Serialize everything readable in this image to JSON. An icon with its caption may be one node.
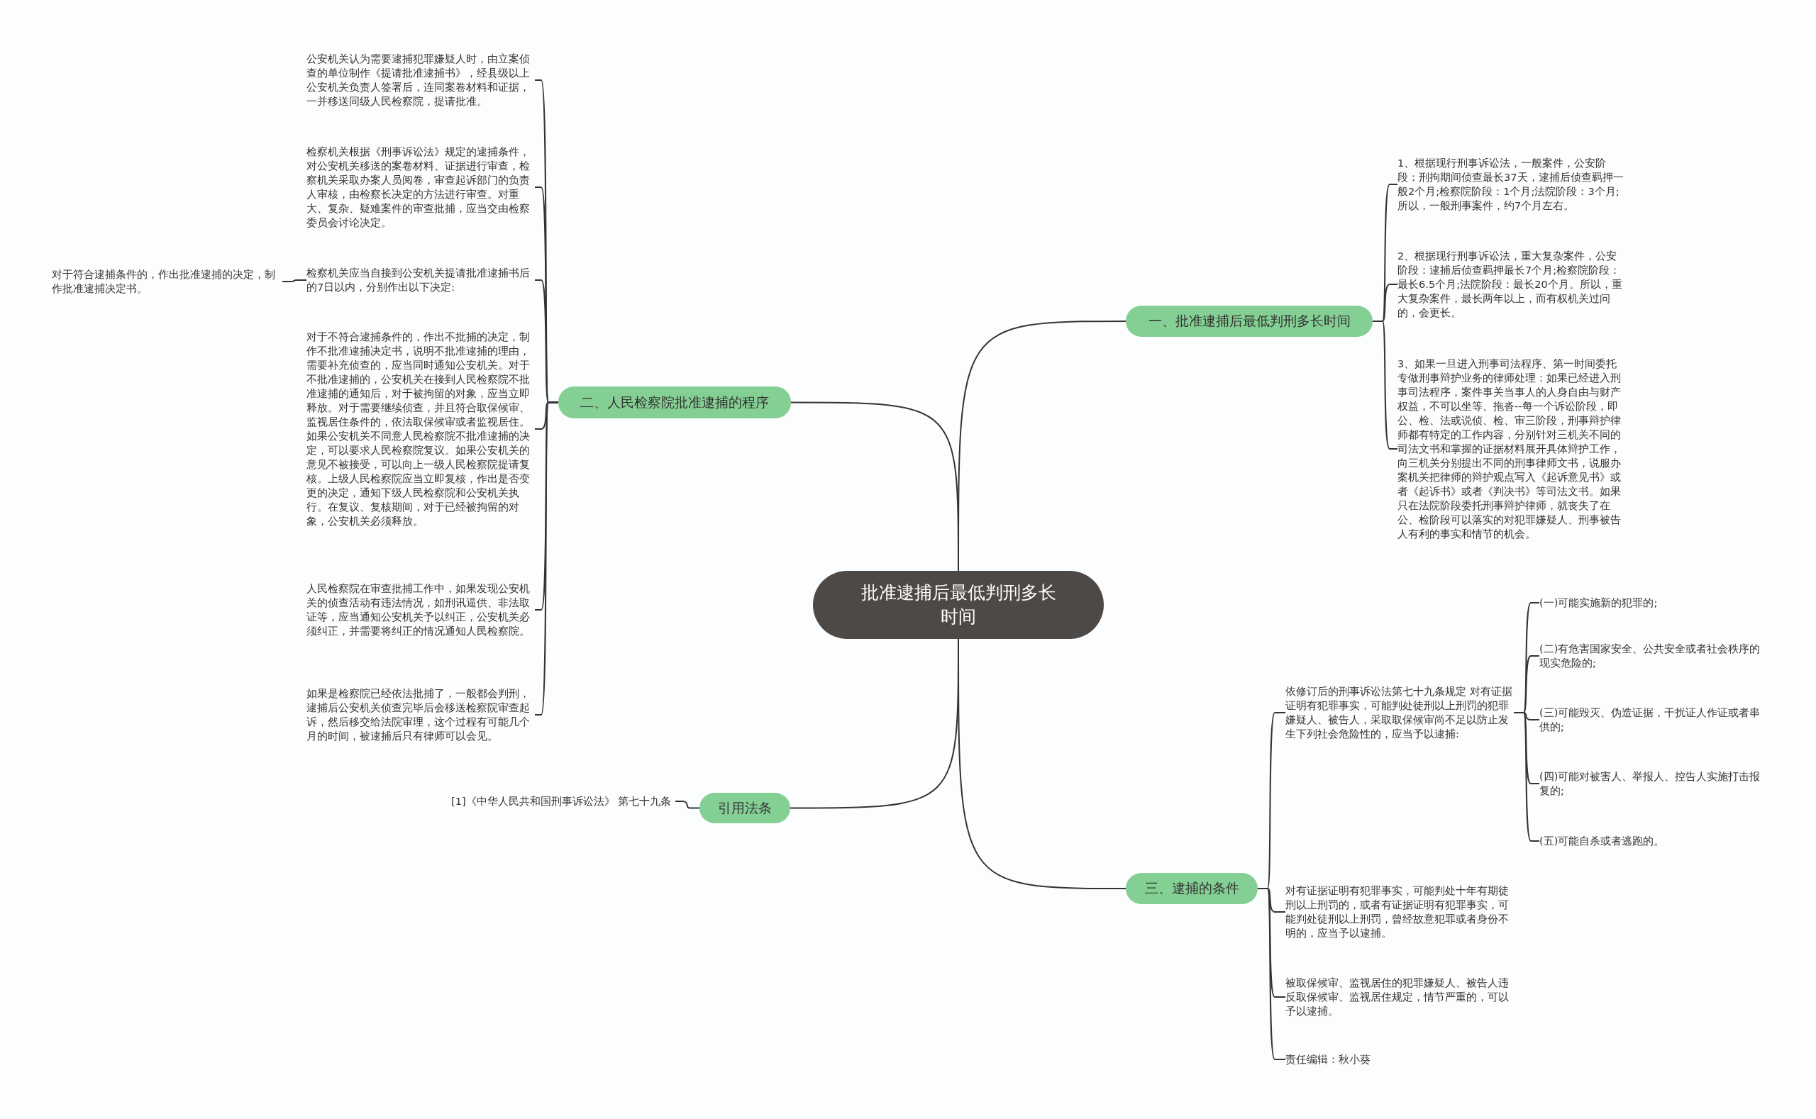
{
  "diagram": {
    "nodes": [
      {
        "text": [
          "批准逮捕后最低判刑多长时间"
        ]
      },
      {
        "text": [
          "一、批准逮捕后最低判刑多长时间"
        ]
      },
      {
        "text": [
          "1、根据现行刑事诉讼法，一般案件，公安阶段：刑拘期间侦查最长37天，逮捕后侦查羁押一般2个月;检察院阶段：1个月;法院阶段：3个月;所以，一般刑事案件，约7个月左右。"
        ]
      },
      {
        "text": [
          "2、根据现行刑事诉讼法，重大复杂案件，公安阶段：逮捕后侦查羁押最长7个月;检察院阶段：最长6.5个月;法院阶段：最长20个月。所以，重大复杂案件，最长两年以上，而有权机关过问的，会更长。"
        ]
      },
      {
        "text": [
          "3、如果一旦进入刑事司法程序、第一时间委托专做刑事辩护业务的律师处理：如果已经进入刑事司法程序，案件事关当事人的人身自由与财产权益，不可以坐等、拖沓--每一个诉讼阶段，即公、检、法或说侦、检、审三阶段，刑事辩护律师都有特定的工作内容，分别针对三机关不同的司法文书和掌握的证据材料展开具体辩护工作，向三机关分别提出不同的刑事律师文书，说服办案机关把律师的辩护观点写入《起诉意见书》或者《起诉书》或者《判决书》等司法文书。如果只在法院阶段委托刑事辩护律师，就丧失了在公、检阶段可以落实的对犯罪嫌疑人、刑事被告人有利的事实和情节的机会。"
        ]
      },
      {
        "text": [
          "二、人民检察院批准逮捕的程序"
        ]
      },
      {
        "text": [
          "公安机关认为需要逮捕犯罪嫌疑人时，由立案侦查的单位制作《提请批准逮捕书》，经县级以上公安机关负责人签署后，连同案卷材料和证据，一并移送同级人民检察院，提请批准。"
        ]
      },
      {
        "text": [
          "检察机关根据《刑事诉讼法》规定的逮捕条件，对公安机关移送的案卷材料、证据进行审查，检察机关采取办案人员阅卷，审查起诉部门的负责人审核，由检察长决定的方法进行审查。对重大、复杂、疑难案件的审查批捕，应当交由检察委员会讨论决定。"
        ]
      },
      {
        "text": [
          "检察机关应当自接到公安机关提请批准逮捕书后的7日以内，分别作出以下决定:"
        ]
      },
      {
        "text": [
          "对于符合逮捕条件的，作出批准逮捕的决定，制作批准逮捕决定书。"
        ]
      },
      {
        "text": [
          "对于不符合逮捕条件的，作出不批捕的决定，制作不批准逮捕决定书，说明不批准逮捕的理由，需要补充侦查的，应当同时通知公安机关。对于不批准逮捕的，公安机关在接到人民检察院不批准逮捕的通知后，对于被拘留的对象，应当立即释放。对于需要继续侦查，并且符合取保候审、监视居住条件的，依法取保候审或者监视居住。如果公安机关不同意人民检察院不批准逮捕的决定，可以要求人民检察院复议。如果公安机关的意见不被接受，可以向上一级人民检察院提请复核。上级人民检察院应当立即复核，作出是否变更的决定，通知下级人民检察院和公安机关执行。在复议、复核期间，对于已经被拘留的对象，公安机关必须释放。"
        ]
      },
      {
        "text": [
          "人民检察院在审查批捕工作中，如果发现公安机关的侦查活动有违法情况，如刑讯逼供、非法取证等，应当通知公安机关予以纠正，公安机关必须纠正，并需要将纠正的情况通知人民检察院。"
        ]
      },
      {
        "text": [
          "如果是检察院已经依法批捕了，一般都会判刑，逮捕后公安机关侦查完毕后会移送检察院审查起诉，然后移交给法院审理，这个过程有可能几个月的时间，被逮捕后只有律师可以会见。"
        ]
      },
      {
        "text": [
          "引用法条"
        ]
      },
      {
        "text": [
          "[1]《中华人民共和国刑事诉讼法》 第七十九条"
        ]
      },
      {
        "text": [
          "三、逮捕的条件"
        ]
      },
      {
        "text": [
          "依修订后的刑事诉讼法第七十九条规定 对有证据证明有犯罪事实，可能判处徒刑以上刑罚的犯罪嫌疑人、被告人，采取取保候审尚不足以防止发生下列社会危险性的，应当予以逮捕:"
        ]
      },
      {
        "text": [
          "(一)可能实施新的犯罪的;"
        ]
      },
      {
        "text": [
          "(二)有危害国家安全、公共安全或者社会秩序的现实危险的;"
        ]
      },
      {
        "text": [
          "(三)可能毁灭、伪造证据，干扰证人作证或者串供的;"
        ]
      },
      {
        "text": [
          "(四)可能对被害人、举报人、控告人实施打击报复的;"
        ]
      },
      {
        "text": [
          "(五)可能自杀或者逃跑的。"
        ]
      },
      {
        "text": [
          "对有证据证明有犯罪事实，可能判处十年有期徒刑以上刑罚的，或者有证据证明有犯罪事实，可能判处徒刑以上刑罚，曾经故意犯罪或者身份不明的，应当予以逮捕。"
        ]
      },
      {
        "text": [
          "被取保候审、监视居住的犯罪嫌疑人、被告人违反取保候审、监视居住规定，情节严重的，可以予以逮捕。"
        ]
      },
      {
        "text": [
          "责任编辑：秋小葵"
        ]
      }
    ],
    "edges": [
      {
        "from": 0,
        "to": 1,
        "arrow": "none"
      },
      {
        "from": 0,
        "to": 5,
        "arrow": "none"
      },
      {
        "from": 0,
        "to": 13,
        "arrow": "none"
      },
      {
        "from": 0,
        "to": 15,
        "arrow": "none"
      },
      {
        "from": 1,
        "to": 2,
        "arrow": "none"
      },
      {
        "from": 1,
        "to": 3,
        "arrow": "none"
      },
      {
        "from": 1,
        "to": 4,
        "arrow": "none"
      },
      {
        "from": 5,
        "to": 6,
        "arrow": "none"
      },
      {
        "from": 5,
        "to": 7,
        "arrow": "none"
      },
      {
        "from": 5,
        "to": 8,
        "arrow": "none"
      },
      {
        "from": 5,
        "to": 10,
        "arrow": "none"
      },
      {
        "from": 5,
        "to": 11,
        "arrow": "none"
      },
      {
        "from": 5,
        "to": 12,
        "arrow": "none"
      },
      {
        "from": 8,
        "to": 9,
        "arrow": "none"
      },
      {
        "from": 13,
        "to": 14,
        "arrow": "none"
      },
      {
        "from": 15,
        "to": 16,
        "arrow": "none"
      },
      {
        "from": 15,
        "to": 22,
        "arrow": "none"
      },
      {
        "from": 15,
        "to": 23,
        "arrow": "none"
      },
      {
        "from": 15,
        "to": 24,
        "arrow": "none"
      },
      {
        "from": 16,
        "to": 17,
        "arrow": "none"
      },
      {
        "from": 16,
        "to": 18,
        "arrow": "none"
      },
      {
        "from": 16,
        "to": 19,
        "arrow": "none"
      },
      {
        "from": 16,
        "to": 20,
        "arrow": "none"
      },
      {
        "from": 16,
        "to": 21,
        "arrow": "none"
      }
    ]
  }
}
